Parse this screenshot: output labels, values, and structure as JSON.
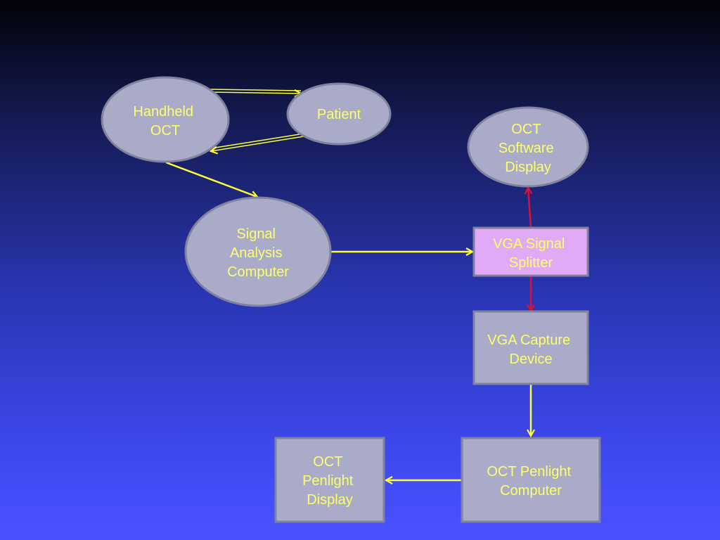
{
  "nodes": {
    "handheld_oct": [
      "Handheld",
      "OCT"
    ],
    "patient": [
      "Patient"
    ],
    "oct_software_display": [
      "OCT",
      "Software",
      "Display"
    ],
    "signal_analysis_computer": [
      "Signal",
      "Analysis",
      "Computer"
    ],
    "vga_signal_splitter": [
      "VGA Signal",
      "Splitter"
    ],
    "vga_capture_device": [
      "VGA Capture",
      "Device"
    ],
    "oct_penlight_computer": [
      "OCT Penlight",
      "Computer"
    ],
    "oct_penlight_display": [
      "OCT",
      "Penlight",
      "Display"
    ]
  },
  "colors": {
    "node_fill": "#a9abc9",
    "node_stroke": "#80829e",
    "splitter_fill": "#e2aaf6",
    "text": "#ffff66",
    "arrow_yellow": "#ffff33",
    "arrow_red": "#dd1133"
  }
}
